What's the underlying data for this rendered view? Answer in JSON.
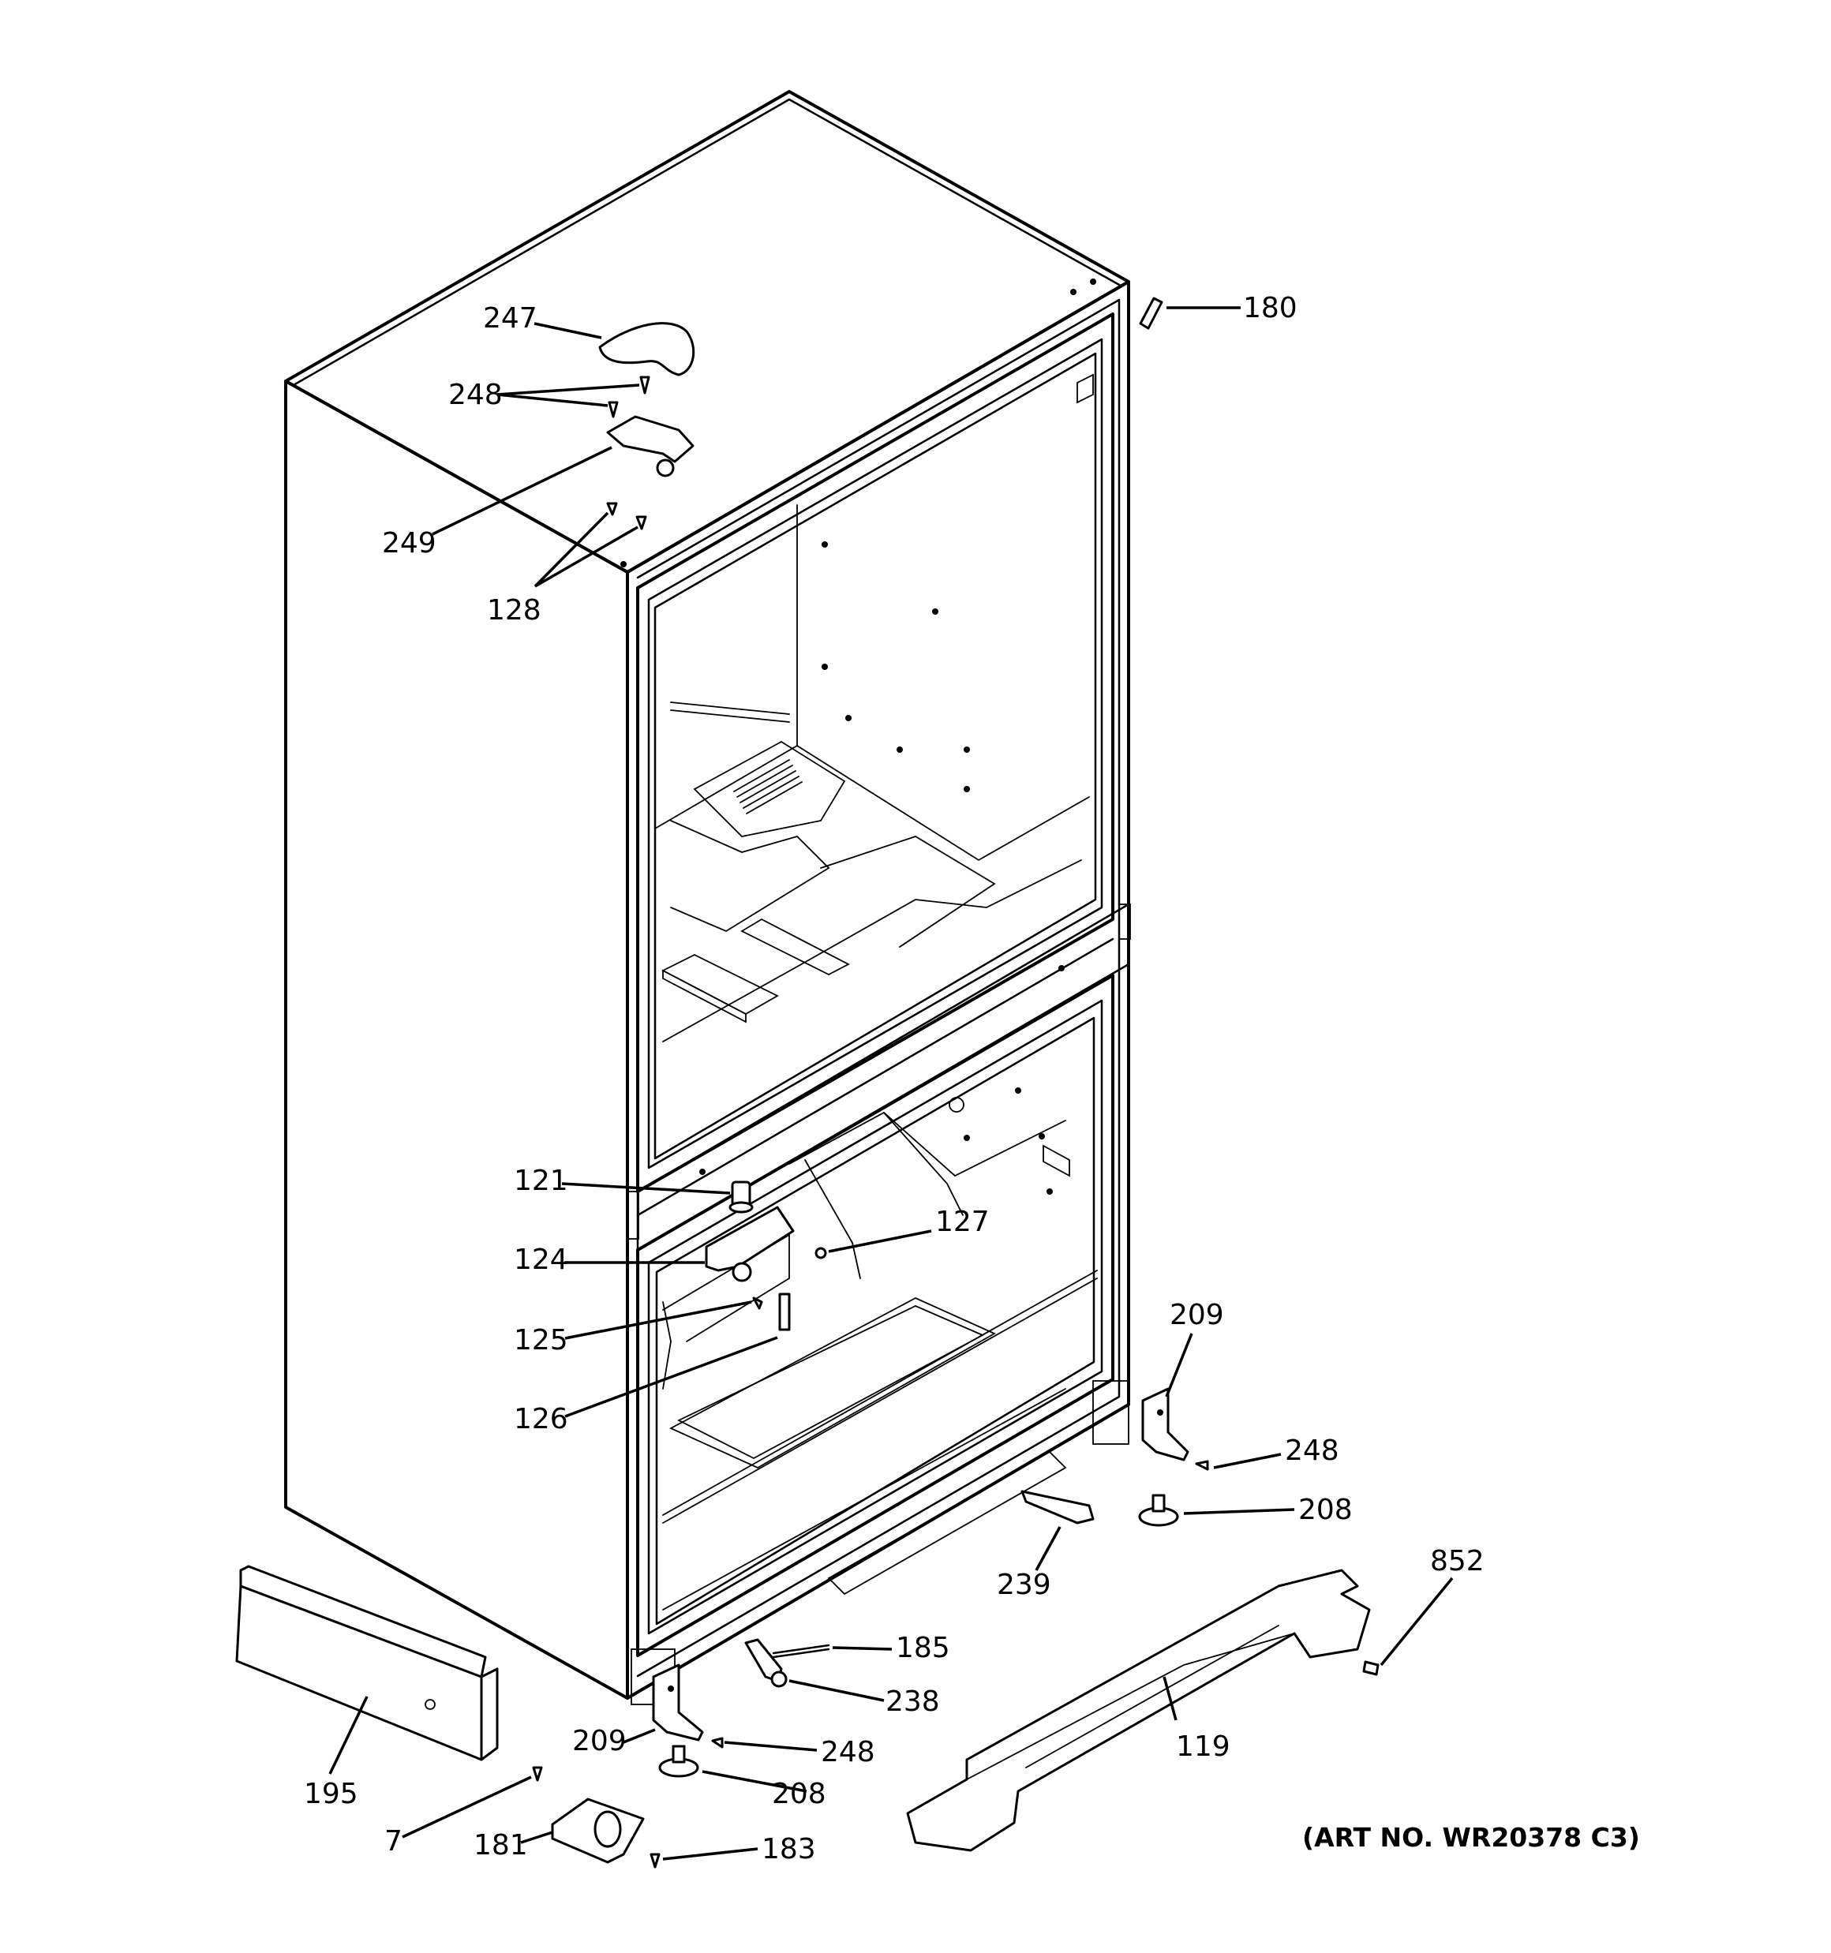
{
  "callouts": [
    {
      "id": "c180a",
      "text": "180"
    },
    {
      "id": "c247",
      "text": "247"
    },
    {
      "id": "c248a",
      "text": "248"
    },
    {
      "id": "c249",
      "text": "249"
    },
    {
      "id": "c128",
      "text": "128"
    },
    {
      "id": "c121",
      "text": "121"
    },
    {
      "id": "c127",
      "text": "127"
    },
    {
      "id": "c124",
      "text": "124"
    },
    {
      "id": "c125",
      "text": "125"
    },
    {
      "id": "c126",
      "text": "126"
    },
    {
      "id": "c209a",
      "text": "209"
    },
    {
      "id": "c248b",
      "text": "248"
    },
    {
      "id": "c208a",
      "text": "208"
    },
    {
      "id": "c239",
      "text": "239"
    },
    {
      "id": "c852",
      "text": "852"
    },
    {
      "id": "c185",
      "text": "185"
    },
    {
      "id": "c238",
      "text": "238"
    },
    {
      "id": "c209b",
      "text": "209"
    },
    {
      "id": "c248c",
      "text": "248"
    },
    {
      "id": "c119",
      "text": "119"
    },
    {
      "id": "c195",
      "text": "195"
    },
    {
      "id": "c208b",
      "text": "208"
    },
    {
      "id": "c7",
      "text": "7"
    },
    {
      "id": "c181",
      "text": "181"
    },
    {
      "id": "c183",
      "text": "183"
    }
  ],
  "art_number": "(ART NO. WR20378 C3)"
}
